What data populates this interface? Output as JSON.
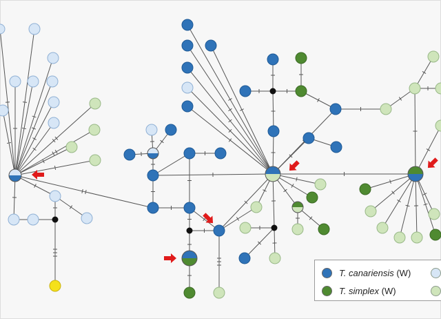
{
  "colors": {
    "blue": "#2f73b8",
    "light_blue": "#d7e6f6",
    "dark_green": "#4f8a31",
    "light_green": "#cfe5bb",
    "yellow": "#f5e11b",
    "median_vector": "#111111",
    "arrow": "#e01b1b",
    "edge": "#555555"
  },
  "icons": {
    "arrow": "red-arrow-icon",
    "node": "haplotype-circle-icon"
  },
  "legend": {
    "row1": {
      "species": "T. canariensis",
      "suffix": " (W)",
      "color_key": "blue"
    },
    "row2": {
      "species": "T. simplex",
      "suffix": " (W)",
      "color_key": "dark_green"
    },
    "extra_swatches": [
      "light_blue",
      "light_green"
    ]
  }
}
